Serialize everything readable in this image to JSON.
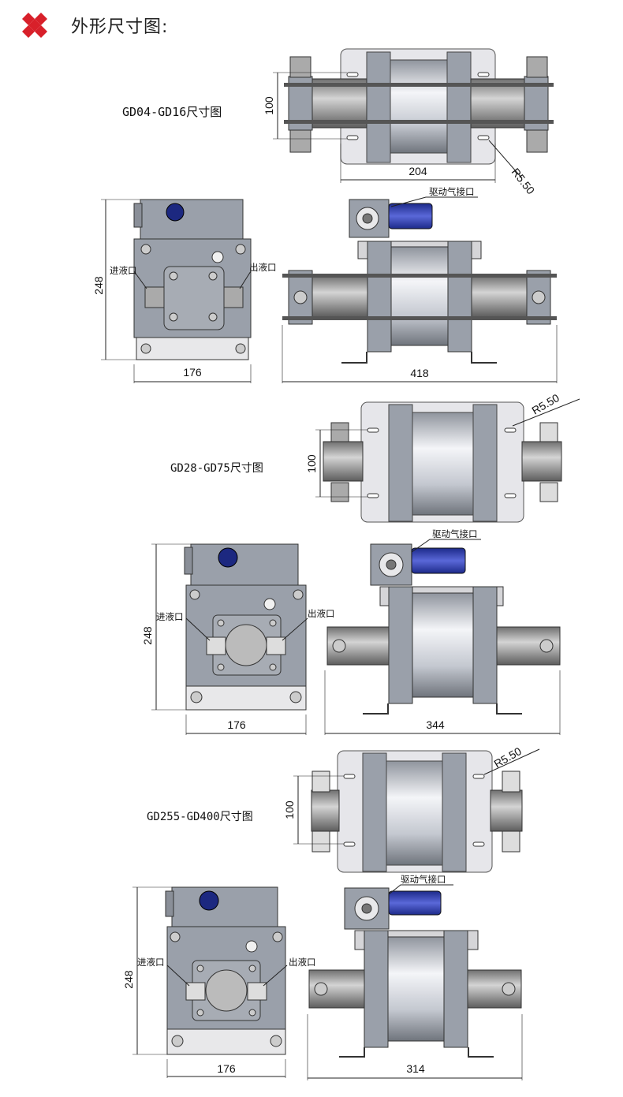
{
  "header": {
    "title": "外形尺寸图:"
  },
  "sections": [
    {
      "model_label": "GD04-GD16尺寸图",
      "top_view": {
        "height_dim": "100",
        "width_dim": "204",
        "radius_dim": "R5.50"
      },
      "side_view": {
        "height_dim": "248",
        "width_dim": "176",
        "inlet_label": "进液口",
        "outlet_label": "出液口"
      },
      "front_view": {
        "length_dim": "418",
        "air_port_label": "驱动气接口"
      }
    },
    {
      "model_label": "GD28-GD75尺寸图",
      "top_view": {
        "height_dim": "100",
        "radius_dim": "R5.50"
      },
      "side_view": {
        "height_dim": "248",
        "width_dim": "176",
        "inlet_label": "进液口",
        "outlet_label": "出液口"
      },
      "front_view": {
        "length_dim": "344",
        "air_port_label": "驱动气接口"
      }
    },
    {
      "model_label": "GD255-GD400尺寸图",
      "top_view": {
        "height_dim": "100",
        "radius_dim": "R5.50"
      },
      "side_view": {
        "height_dim": "248",
        "width_dim": "176",
        "inlet_label": "进液口",
        "outlet_label": "出液口"
      },
      "front_view": {
        "length_dim": "314",
        "air_port_label": "驱动气接口"
      }
    }
  ],
  "colors": {
    "logo_red": "#d8202a",
    "steel": "#9aa0aa",
    "plate": "#e7e7ea",
    "bolt": "#c9c9cc",
    "handle_blue": "#2e3bb0"
  }
}
